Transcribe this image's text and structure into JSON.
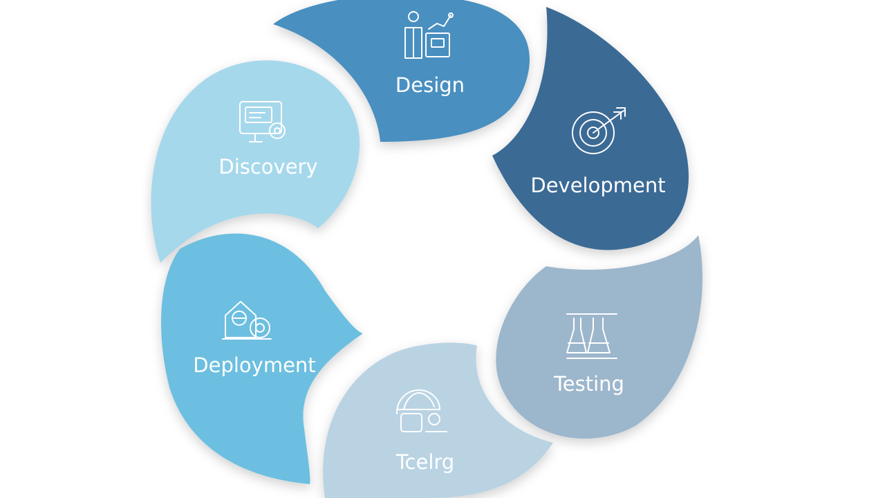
{
  "diagram": {
    "segments": [
      {
        "id": "design",
        "label": "Design",
        "icon": "analyst-chart-icon",
        "color": "#4a8fc0"
      },
      {
        "id": "development",
        "label": "Development",
        "icon": "target-icon",
        "color": "#3b6b95"
      },
      {
        "id": "testing",
        "label": "Testing",
        "icon": "lab-flask-icon",
        "color": "#9cb6cc"
      },
      {
        "id": "teting",
        "label": "Tcelrg",
        "icon": "globe-tools-icon",
        "color": "#b9d3e3"
      },
      {
        "id": "deployment",
        "label": "Deployment",
        "icon": "house-gear-icon",
        "color": "#6cbfe0"
      },
      {
        "id": "discovery",
        "label": "Discovery",
        "icon": "monitor-gear-icon",
        "color": "#a6d8ec"
      }
    ]
  }
}
